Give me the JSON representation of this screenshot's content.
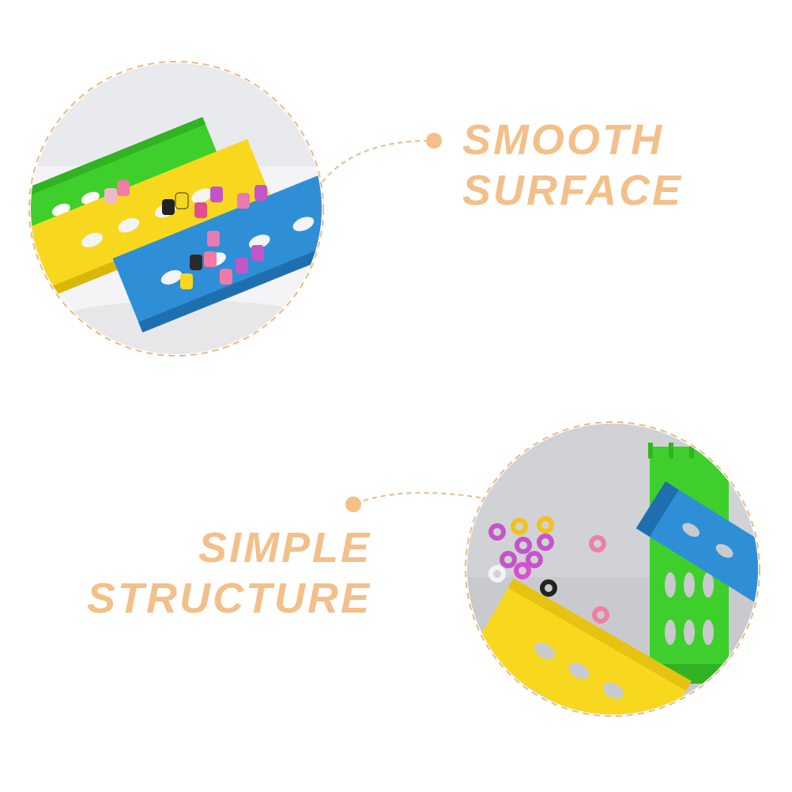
{
  "features": {
    "smooth_surface": {
      "line1": "SMOOTH",
      "line2": "SURFACE"
    },
    "simple_structure": {
      "line1": "SIMPLE",
      "line2": "STRUCTURE"
    }
  },
  "colors": {
    "accent": "#f3c08a",
    "dashed_border": "#e9b987",
    "green_rack": "#3ecf2c",
    "yellow_rack": "#f7d81f",
    "blue_rack": "#2f8fd6",
    "background": "#ffffff"
  }
}
